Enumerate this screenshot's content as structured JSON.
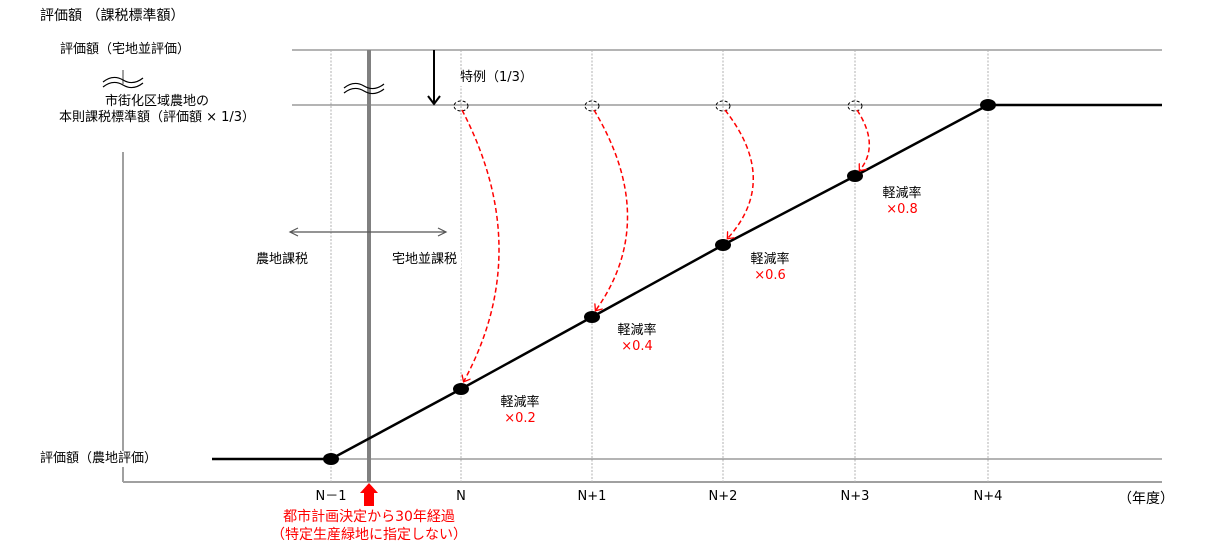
{
  "diagram": {
    "y_axis_title": "評価額 （課税標準額）",
    "x_axis_unit": "（年度）",
    "y_labels": {
      "top": "評価額（宅地並評価）",
      "special_line1": "市街化区域農地の",
      "special_line2": "本則課税標準額（評価額 × 1/3）",
      "bottom": "評価額（農地評価）"
    },
    "special_label": "特例（1/3）",
    "zone_left": "農地課税",
    "zone_right": "宅地並課税",
    "event_line1": "都市計画決定から30年経過",
    "event_line2": "（特定生産緑地に指定しない）",
    "rate_label": "軽減率",
    "rates": [
      "×0.2",
      "×0.4",
      "×0.6",
      "×0.8"
    ],
    "x_ticks": [
      "N－1",
      "N",
      "N+1",
      "N+2",
      "N+3",
      "N+4"
    ],
    "colors": {
      "accent": "#ff0000",
      "line": "#000000",
      "grid": "#808080"
    }
  },
  "chart_data": {
    "type": "line",
    "title": "評価額 （課税標準額）",
    "xlabel": "（年度）",
    "ylabel": "評価額 （課税標準額）",
    "categories": [
      "N－1",
      "N",
      "N+1",
      "N+2",
      "N+3",
      "N+4"
    ],
    "series": [
      {
        "name": "課税標準額",
        "values": [
          "評価額（農地評価）",
          "本則課税標準額 × 0.2",
          "本則課税標準額 × 0.4",
          "本則課税標準額 × 0.6",
          "本則課税標準額 × 0.8",
          "本則課税標準額（評価額 × 1/3）"
        ]
      }
    ],
    "reduction_rates": [
      0.2,
      0.4,
      0.6,
      0.8,
      1.0
    ],
    "annotations": [
      "特例（1/3）",
      "農地課税",
      "宅地並課税",
      "都市計画決定から30年経過（特定生産緑地に指定しない）"
    ]
  }
}
